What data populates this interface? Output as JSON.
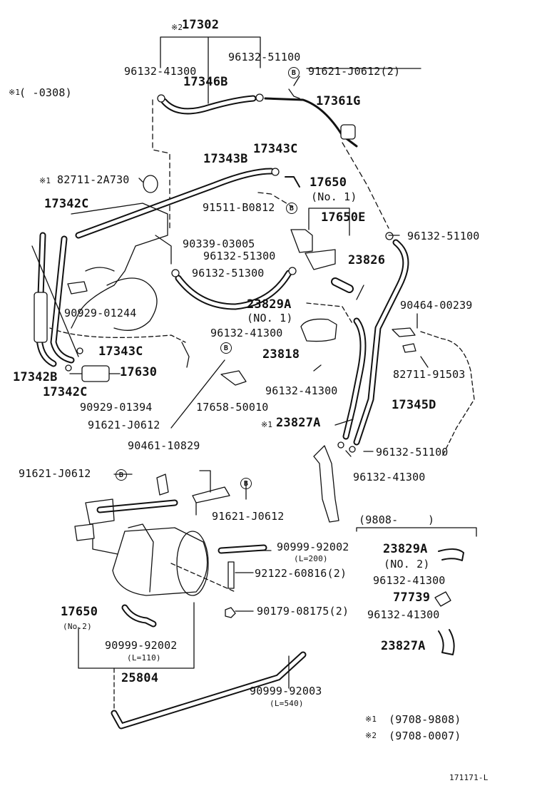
{
  "parts": {
    "p17302": "17302",
    "p96132_41300_a": "96132-41300",
    "p17346b": "17346B",
    "p96132_51100_a": "96132-51100",
    "p91621_j0612_2": "91621-J0612(2)",
    "p17361g": "17361G",
    "p17343b": "17343B",
    "p17343c_a": "17343C",
    "p82711_2a730": "82711-2A730",
    "p17650": "17650",
    "p_no1": "(No. 1)",
    "p17342c_a": "17342C",
    "p91511_b0812": "91511-B0812",
    "p17650e": "17650E",
    "p96132_51100_b": "96132-51100",
    "p90339_03005": "90339-03005",
    "p96132_51300_a": "96132-51300",
    "p23826": "23826",
    "p96132_51300_b": "96132-51300",
    "p90929_01244": "90929-01244",
    "p23829a": "23829A",
    "p_no1b": "(NO. 1)",
    "p96132_41300_b": "96132-41300",
    "p90464_00239": "90464-00239",
    "p17343c_b": "17343C",
    "p23818": "23818",
    "p17342b": "17342B",
    "p17630": "17630",
    "p17342c_b": "17342C",
    "p82711_91503": "82711-91503",
    "p96132_41300_c": "96132-41300",
    "p90929_01394": "90929-01394",
    "p17658_50010": "17658-50010",
    "p17345d": "17345D",
    "p91621_j0612_a": "91621-J0612",
    "p23827a": "23827A",
    "p96132_51100_c": "96132-51100",
    "p90461_10829": "90461-10829",
    "p91621_j0612_b": "91621-J0612",
    "p96132_41300_d": "96132-41300",
    "p91621_j0612_c": "91621-J0612",
    "p9808": "(9808-",
    "p9808_close": ")",
    "p90999_92002_a": "90999-92002",
    "p_l200": "(L=200)",
    "p23829a_b": "23829A",
    "p_no2": "(NO. 2)",
    "p92122_60816": "92122-60816(2)",
    "p96132_41300_e": "96132-41300",
    "p77739": "77739",
    "p17650_b": "17650",
    "p_no2b": "(No.2)",
    "p90179_08175": "90179-08175(2)",
    "p96132_41300_f": "96132-41300",
    "p90999_92002_b": "90999-92002",
    "p_l110": "(L=110)",
    "p23827a_b": "23827A",
    "p25804": "25804",
    "p90999_92003": "90999-92003",
    "p_l540": "(L=540)"
  },
  "marks": {
    "note1": "※1",
    "note2": "※2",
    "b": "B"
  },
  "notes": {
    "top_left": "(     -0308)",
    "n1": "(9708-9808)",
    "n2": "(9708-0007)"
  },
  "diagram_id": "171171-L"
}
